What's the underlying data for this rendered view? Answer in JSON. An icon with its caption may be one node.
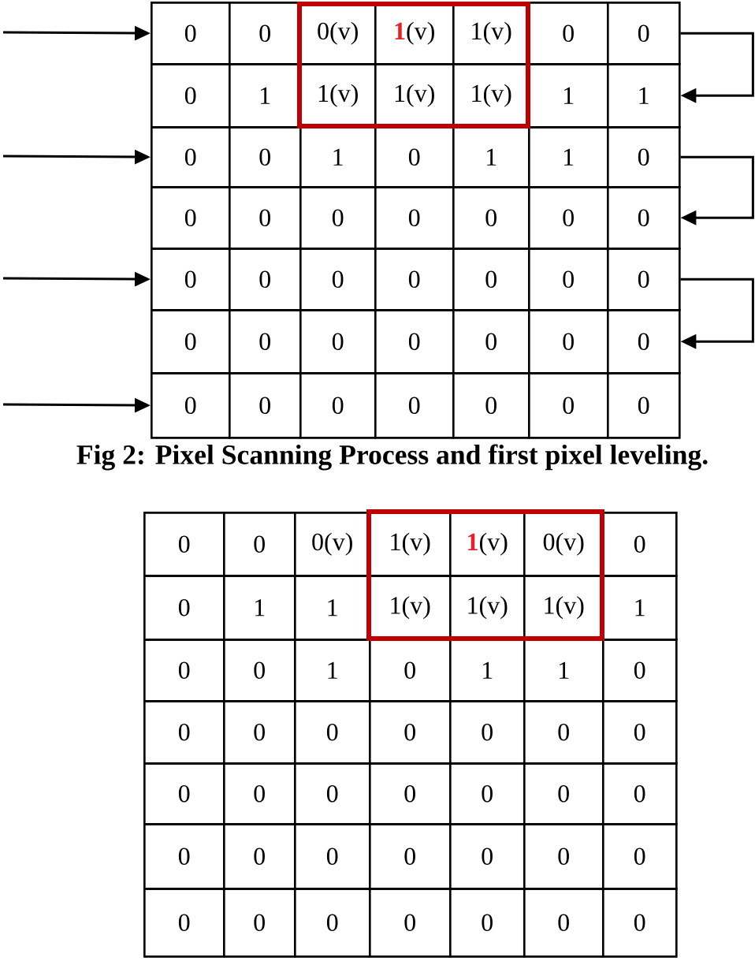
{
  "diagram": {
    "caption": "Fig 2: Pixel Scanning Process and first pixel leveling.",
    "nodes": [
      {
        "text": [
          "0",
          "0",
          "0(v)",
          "**1**(v)",
          "1(v)",
          "0",
          "0"
        ]
      },
      {
        "text": [
          "0",
          "1",
          "1(v)",
          "1(v)",
          "1(v)",
          "1",
          "1"
        ]
      },
      {
        "text": [
          "0",
          "0",
          "1",
          "0",
          "1",
          "1",
          "0"
        ]
      },
      {
        "text": [
          "0",
          "0",
          "0",
          "0",
          "0",
          "0",
          "0"
        ]
      },
      {
        "text": [
          "0",
          "0",
          "0",
          "0",
          "0",
          "0",
          "0"
        ]
      },
      {
        "text": [
          "0",
          "0",
          "0",
          "0",
          "0",
          "0",
          "0"
        ]
      },
      {
        "text": [
          "0",
          "0",
          "0",
          "0",
          "0",
          "0",
          "0"
        ]
      },
      {
        "text": [
          "0",
          "0",
          "0(v)",
          "1(v)",
          "**1**(v)",
          "0(v)",
          "0"
        ]
      },
      {
        "text": [
          "0",
          "1",
          "1",
          "1(v)",
          "1(v)",
          "1(v)",
          "1"
        ]
      },
      {
        "text": [
          "0",
          "0",
          "1",
          "0",
          "1",
          "1",
          "0"
        ]
      },
      {
        "text": [
          "0",
          "0",
          "0",
          "0",
          "0",
          "0",
          "0"
        ]
      },
      {
        "text": [
          "0",
          "0",
          "0",
          "0",
          "0",
          "0",
          "0"
        ]
      },
      {
        "text": [
          "0",
          "0",
          "0",
          "0",
          "0",
          "0",
          "0"
        ]
      },
      {
        "text": [
          "0",
          "0",
          "0",
          "0",
          "0",
          "0",
          "0"
        ]
      }
    ],
    "edges": [
      {
        "from": null,
        "to": 0,
        "arrow": "to"
      },
      {
        "from": 0,
        "to": 1,
        "arrow": "to"
      },
      {
        "from": null,
        "to": 2,
        "arrow": "to"
      },
      {
        "from": 2,
        "to": 3,
        "arrow": "to"
      },
      {
        "from": null,
        "to": 4,
        "arrow": "to"
      },
      {
        "from": 4,
        "to": 5,
        "arrow": "to"
      },
      {
        "from": null,
        "to": 6,
        "arrow": "to"
      }
    ]
  }
}
